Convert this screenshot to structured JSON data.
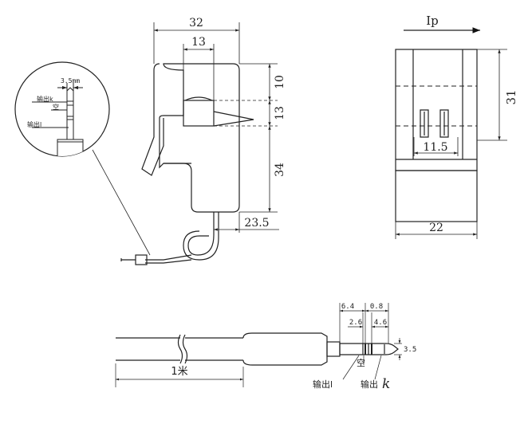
{
  "front_view": {
    "dims": {
      "width": "32",
      "window_width": "13",
      "top_offset": "10",
      "window_height": "13",
      "lower_height": "34",
      "cable_offset": "23.5"
    }
  },
  "detail_callout": {
    "diameter": "3.5mm",
    "label_k": "输出k",
    "label_empty": "空",
    "label_l": "输出l"
  },
  "side_view": {
    "current_label": "Ip",
    "dims": {
      "height": "31",
      "pin_spacing": "11.5",
      "width": "22"
    }
  },
  "plug_view": {
    "cable_length": "1米",
    "dims": {
      "d1": "6.4",
      "d2": "0.8",
      "d3": "2.6",
      "d4": "4.6",
      "d5": "3.5"
    },
    "label_empty": "空",
    "label_l": "输出l",
    "label_k_prefix": "输出",
    "label_k_letter": "k"
  }
}
